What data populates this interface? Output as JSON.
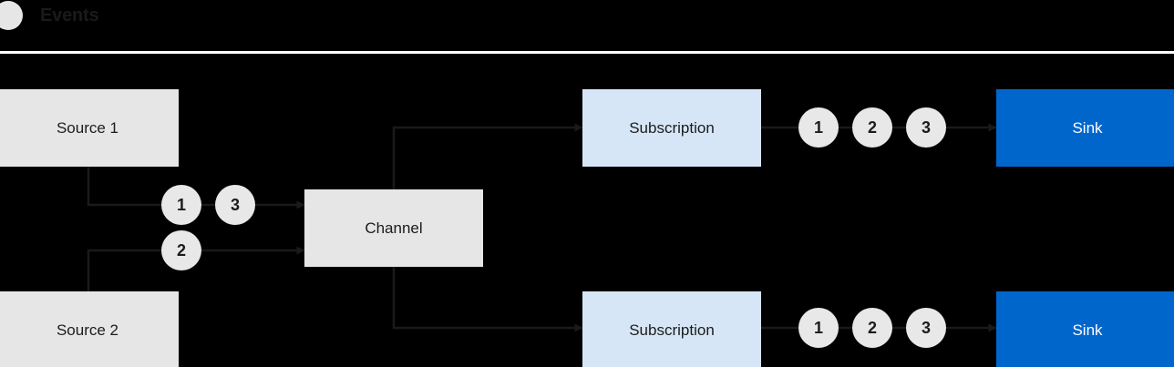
{
  "header": {
    "badge_icon": "gray-circle-icon",
    "title": "Events",
    "divider_color": "#ffffff"
  },
  "colors": {
    "background": "#000000",
    "node_gray": "#e6e6e6",
    "node_blue": "#d6e6f7",
    "sink_blue": "#0066cc",
    "token_gray": "#e8e8e8",
    "line": "#1a1a1a",
    "text_dark": "#1c1c1c",
    "text_light": "#ffffff"
  },
  "diagram": {
    "type": "flow",
    "nodes": [
      {
        "id": "source-1",
        "label": "Source 1",
        "style": "gray"
      },
      {
        "id": "source-2",
        "label": "Source 2",
        "style": "gray"
      },
      {
        "id": "channel",
        "label": "Channel",
        "style": "gray"
      },
      {
        "id": "subscription-1",
        "label": "Subscription",
        "style": "blue"
      },
      {
        "id": "subscription-2",
        "label": "Subscription",
        "style": "blue"
      },
      {
        "id": "sink-1",
        "label": "Sink",
        "style": "sink"
      },
      {
        "id": "sink-2",
        "label": "Sink",
        "style": "sink"
      }
    ],
    "tokens": {
      "source1_to_channel": [
        "1",
        "3"
      ],
      "source2_to_channel": [
        "2"
      ],
      "subscription1_to_sink1": [
        "1",
        "2",
        "3"
      ],
      "subscription2_to_sink2": [
        "1",
        "2",
        "3"
      ]
    },
    "edges": [
      {
        "from": "source-1",
        "to": "channel"
      },
      {
        "from": "source-2",
        "to": "channel"
      },
      {
        "from": "channel",
        "to": "subscription-1"
      },
      {
        "from": "channel",
        "to": "subscription-2"
      },
      {
        "from": "subscription-1",
        "to": "sink-1"
      },
      {
        "from": "subscription-2",
        "to": "sink-2"
      }
    ]
  }
}
